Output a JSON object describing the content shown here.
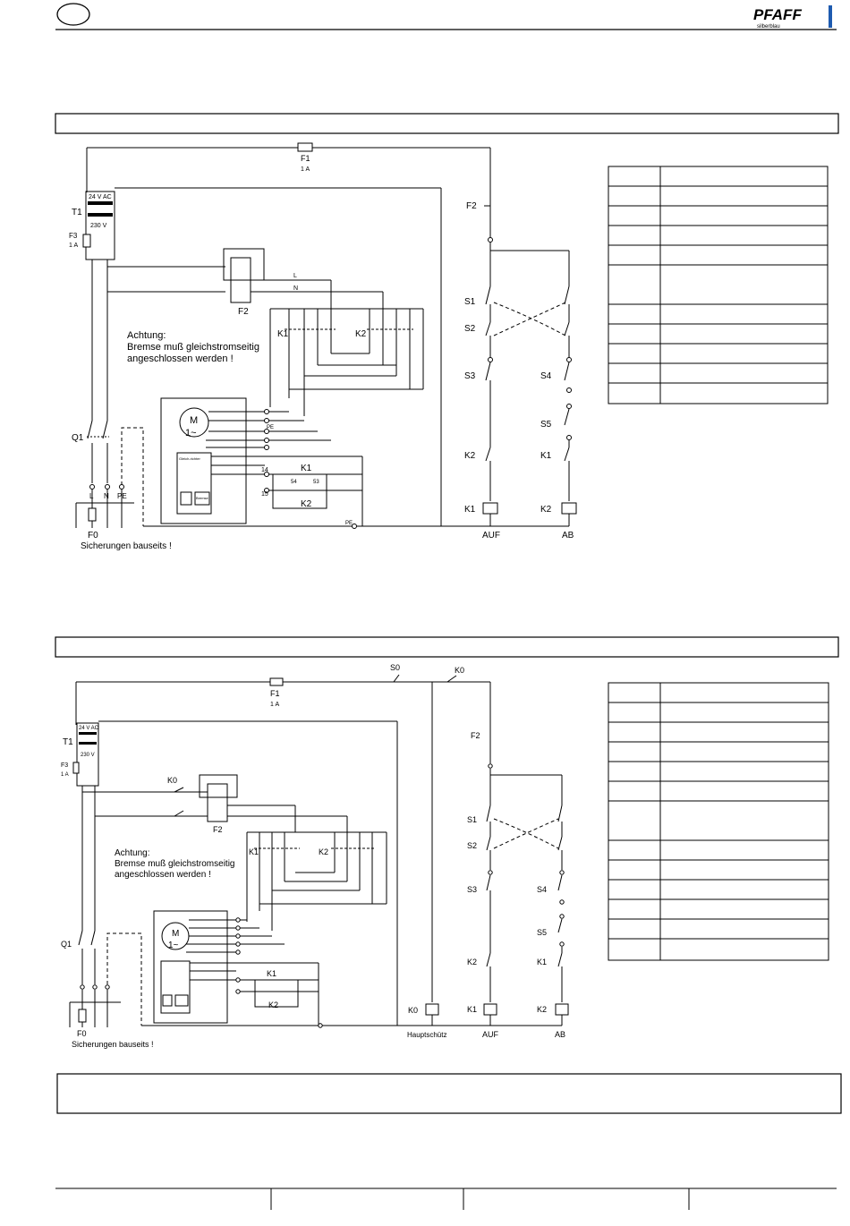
{
  "header": {
    "logo_text": "PFAFF",
    "logo_subtext": "silberblau"
  },
  "diagram1": {
    "F1_label": "F1",
    "F1_value": "1 A",
    "T1_label": "T1",
    "T1_secondary": "24 V AC",
    "T1_primary": "230 V",
    "F3_label": "F3",
    "F3_value": "1 A",
    "F2_label": "F2",
    "L_label": "L",
    "N_label": "N",
    "PE_label": "PE",
    "K1_label": "K1",
    "K2_label": "K2",
    "warning_line1": "Achtung:",
    "warning_line2": "Bremse muß gleichstromseitig",
    "warning_line3": "angeschlossen werden !",
    "motor_label": "M",
    "motor_phase": "1~",
    "rectifier_label": "Gleich-richter",
    "brake_label": "Bremse",
    "Q1_label": "Q1",
    "F0_label": "F0",
    "fuses_note": "Sicherungen bauseits !",
    "S1_label": "S1",
    "S2_label": "S2",
    "S3_label": "S3",
    "S4_label": "S4",
    "S5_label": "S5",
    "AUF_label": "AUF",
    "AB_label": "AB",
    "terminal_14": "14",
    "terminal_15": "15",
    "terminal_54": "54",
    "terminal_53": "53"
  },
  "diagram2": {
    "F1_label": "F1",
    "F1_value": "1 A",
    "S0_label": "S0",
    "K0_label": "K0",
    "T1_label": "T1",
    "T1_secondary": "24 V AC",
    "T1_primary": "230 V",
    "F3_label": "F3",
    "F3_value": "1 A",
    "F2_label": "F2",
    "K1_label": "K1",
    "K2_label": "K2",
    "warning_line1": "Achtung:",
    "warning_line2": "Bremse muß gleichstromseitig",
    "warning_line3": "angeschlossen werden !",
    "motor_label": "M",
    "motor_phase": "1~",
    "Q1_label": "Q1",
    "F0_label": "F0",
    "fuses_note": "Sicherungen bauseits !",
    "S1_label": "S1",
    "S2_label": "S2",
    "S3_label": "S3",
    "S4_label": "S4",
    "S5_label": "S5",
    "AUF_label": "AUF",
    "AB_label": "AB",
    "main_contactor_label": "Hauptschütz"
  }
}
